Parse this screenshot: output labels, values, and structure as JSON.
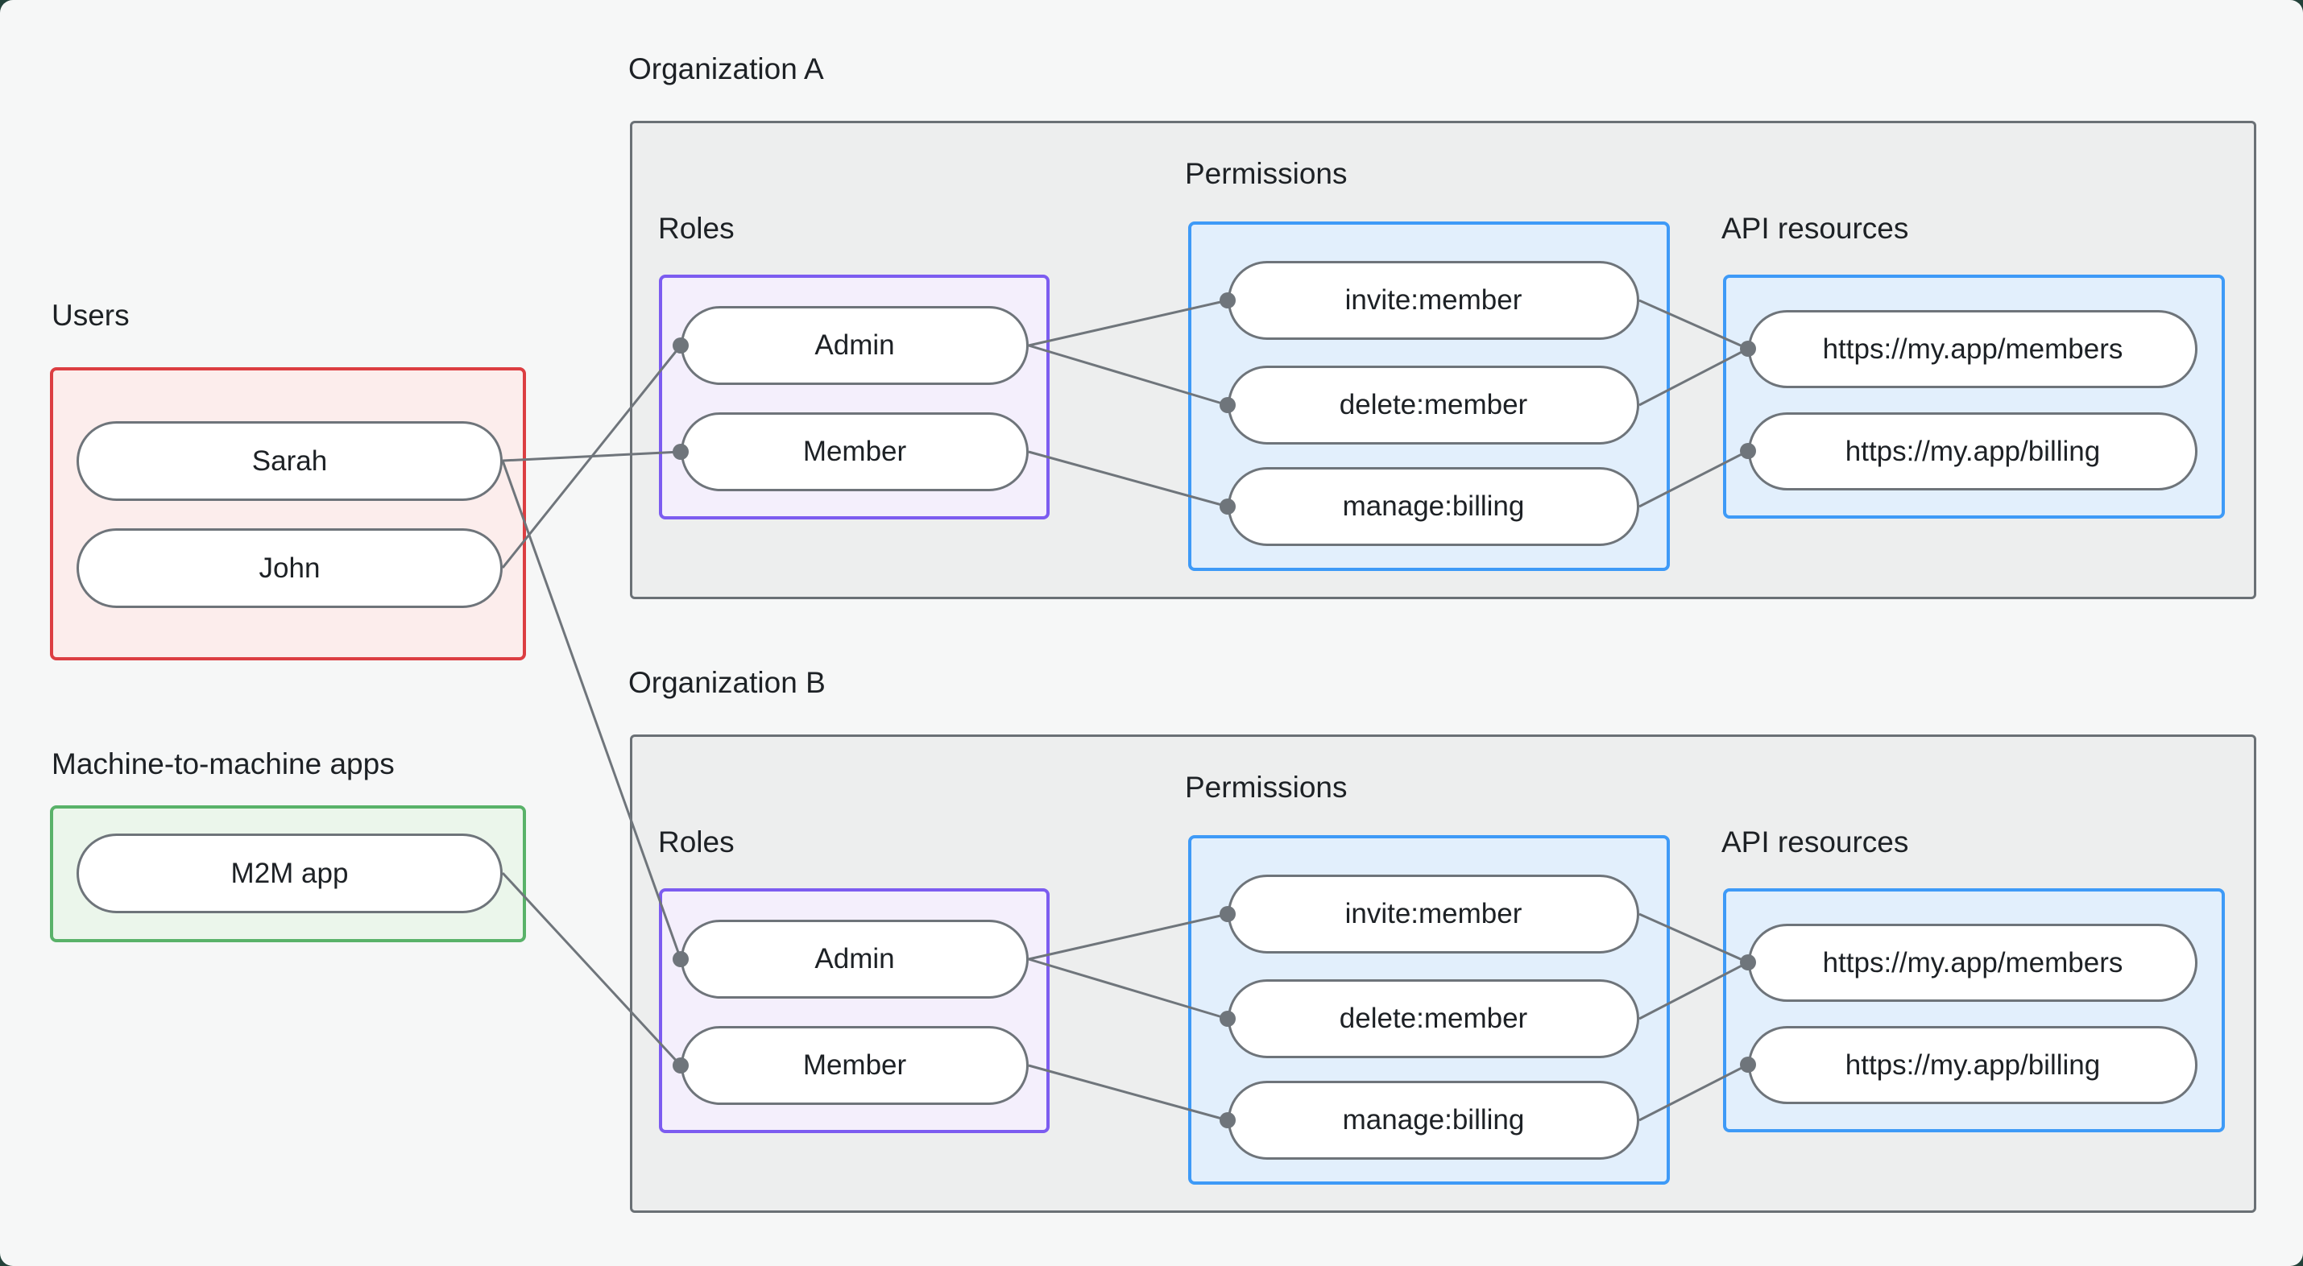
{
  "palette": {
    "page_bg": "#f6f7f7",
    "backdrop": "#23423a",
    "org_box_fill": "#edeeee",
    "org_box_border": "#6a7075",
    "users_border": "#dc3e42",
    "users_fill": "#fcedec",
    "m2m_border": "#59b269",
    "m2m_fill": "#ebf6eb",
    "roles_border": "#7c5cf0",
    "roles_fill": "#f4effc",
    "blue_border": "#3e9af7",
    "blue_fill": "#e2effc",
    "edge_color": "#6f757b",
    "text_color": "#1d2125"
  },
  "sections": {
    "users": {
      "label": "Users",
      "items": [
        "Sarah",
        "John"
      ]
    },
    "m2m": {
      "label": "Machine-to-machine apps",
      "items": [
        "M2M app"
      ]
    },
    "orgs": [
      {
        "label": "Organization A",
        "roles": {
          "label": "Roles",
          "items": [
            "Admin",
            "Member"
          ]
        },
        "permissions": {
          "label": "Permissions",
          "items": [
            "invite:member",
            "delete:member",
            "manage:billing"
          ]
        },
        "api": {
          "label": "API resources",
          "items": [
            "https://my.app/members",
            "https://my.app/billing"
          ]
        }
      },
      {
        "label": "Organization B",
        "roles": {
          "label": "Roles",
          "items": [
            "Admin",
            "Member"
          ]
        },
        "permissions": {
          "label": "Permissions",
          "items": [
            "invite:member",
            "delete:member",
            "manage:billing"
          ]
        },
        "api": {
          "label": "API resources",
          "items": [
            "https://my.app/members",
            "https://my.app/billing"
          ]
        }
      }
    ]
  },
  "connections": [
    {
      "from": "Sarah",
      "to": "Organization A / Member"
    },
    {
      "from": "John",
      "to": "Organization A / Admin"
    },
    {
      "from": "Sarah",
      "to": "Organization B / Admin"
    },
    {
      "from": "M2M app",
      "to": "Organization B / Member"
    },
    {
      "from": "Organization A / Admin",
      "to": "Organization A / invite:member"
    },
    {
      "from": "Organization A / Admin",
      "to": "Organization A / delete:member"
    },
    {
      "from": "Organization A / Member",
      "to": "Organization A / manage:billing"
    },
    {
      "from": "Organization A / invite:member",
      "to": "Organization A / https://my.app/members"
    },
    {
      "from": "Organization A / delete:member",
      "to": "Organization A / https://my.app/members"
    },
    {
      "from": "Organization A / manage:billing",
      "to": "Organization A / https://my.app/billing"
    },
    {
      "from": "Organization B / Admin",
      "to": "Organization B / invite:member"
    },
    {
      "from": "Organization B / Admin",
      "to": "Organization B / delete:member"
    },
    {
      "from": "Organization B / Member",
      "to": "Organization B / manage:billing"
    },
    {
      "from": "Organization B / invite:member",
      "to": "Organization B / https://my.app/members"
    },
    {
      "from": "Organization B / delete:member",
      "to": "Organization B / https://my.app/members"
    },
    {
      "from": "Organization B / manage:billing",
      "to": "Organization B / https://my.app/billing"
    }
  ]
}
